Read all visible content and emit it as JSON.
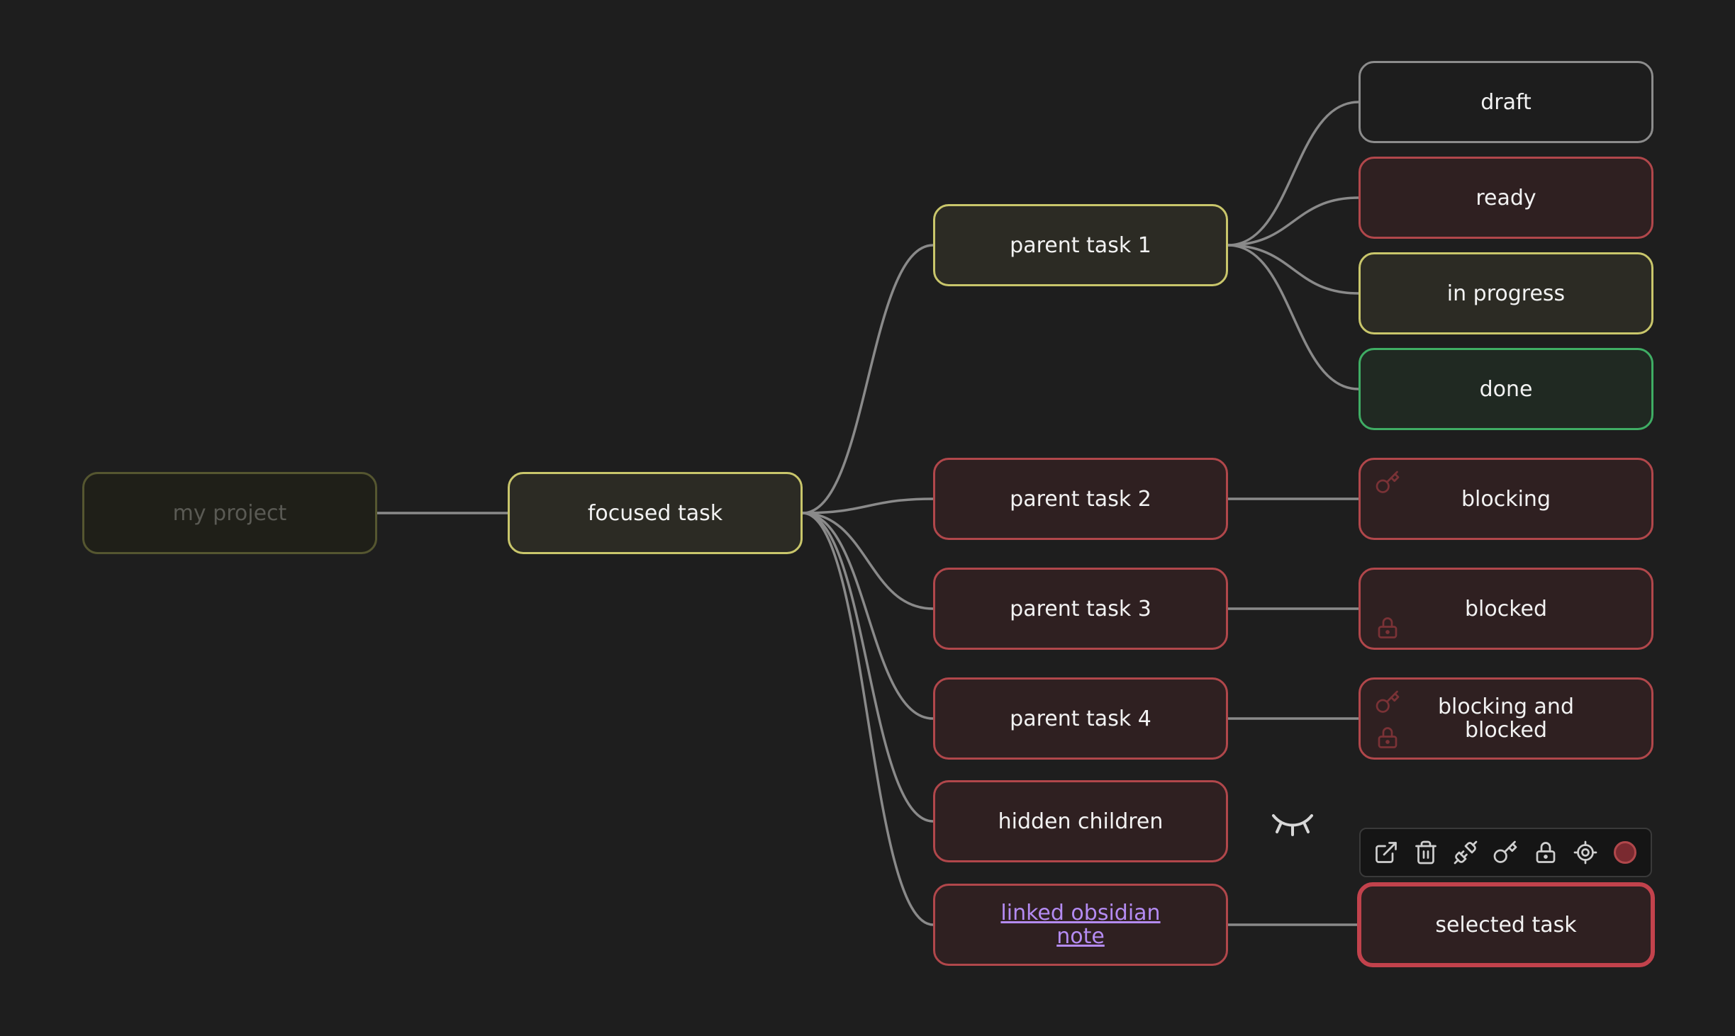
{
  "nodes": {
    "root": {
      "label": "my project",
      "status": "root"
    },
    "focused": {
      "label": "focused task",
      "status": "in-progress"
    },
    "parent1": {
      "label": "parent task 1",
      "status": "in-progress"
    },
    "parent2": {
      "label": "parent task 2",
      "status": "ready"
    },
    "parent3": {
      "label": "parent task 3",
      "status": "ready"
    },
    "parent4": {
      "label": "parent task 4",
      "status": "ready"
    },
    "hidden": {
      "label": "hidden children",
      "status": "ready",
      "children_hidden": true
    },
    "linked": {
      "label": "linked obsidian note",
      "status": "ready",
      "is_link": true
    },
    "draft": {
      "label": "draft",
      "status": "draft"
    },
    "ready": {
      "label": "ready",
      "status": "ready"
    },
    "inprogress": {
      "label": "in progress",
      "status": "in-progress"
    },
    "done": {
      "label": "done",
      "status": "done"
    },
    "blocking": {
      "label": "blocking",
      "status": "ready",
      "flags": [
        "blocking"
      ]
    },
    "blocked": {
      "label": "blocked",
      "status": "ready",
      "flags": [
        "blocked"
      ]
    },
    "blockingblocked": {
      "label": "blocking and blocked",
      "status": "ready",
      "flags": [
        "blocking",
        "blocked"
      ]
    },
    "selected": {
      "label": "selected task",
      "status": "ready",
      "selected": true
    }
  },
  "edges": [
    [
      "root",
      "focused"
    ],
    [
      "focused",
      "parent1"
    ],
    [
      "focused",
      "parent2"
    ],
    [
      "focused",
      "parent3"
    ],
    [
      "focused",
      "parent4"
    ],
    [
      "focused",
      "hidden"
    ],
    [
      "focused",
      "linked"
    ],
    [
      "parent1",
      "draft"
    ],
    [
      "parent1",
      "ready"
    ],
    [
      "parent1",
      "inprogress"
    ],
    [
      "parent1",
      "done"
    ],
    [
      "parent2",
      "blocking"
    ],
    [
      "parent3",
      "blocked"
    ],
    [
      "parent4",
      "blockingblocked"
    ],
    [
      "linked",
      "selected"
    ]
  ],
  "toolbar": {
    "buttons": [
      "open-note-icon",
      "trash-icon",
      "unlink-icon",
      "key-icon",
      "lock-icon",
      "target-icon"
    ],
    "color_swatch": "#7a2a30"
  },
  "colors": {
    "background": "#1e1e1e",
    "edge": "#8a8a8a",
    "draft": "#8c8c8c",
    "ready": "#b1474b",
    "in_progress": "#c9c66b",
    "done": "#3fad64",
    "link": "#b48bf2"
  },
  "icons": {
    "hidden_children": "closed-eye-icon",
    "blocking": "key-icon",
    "blocked": "lock-icon"
  }
}
